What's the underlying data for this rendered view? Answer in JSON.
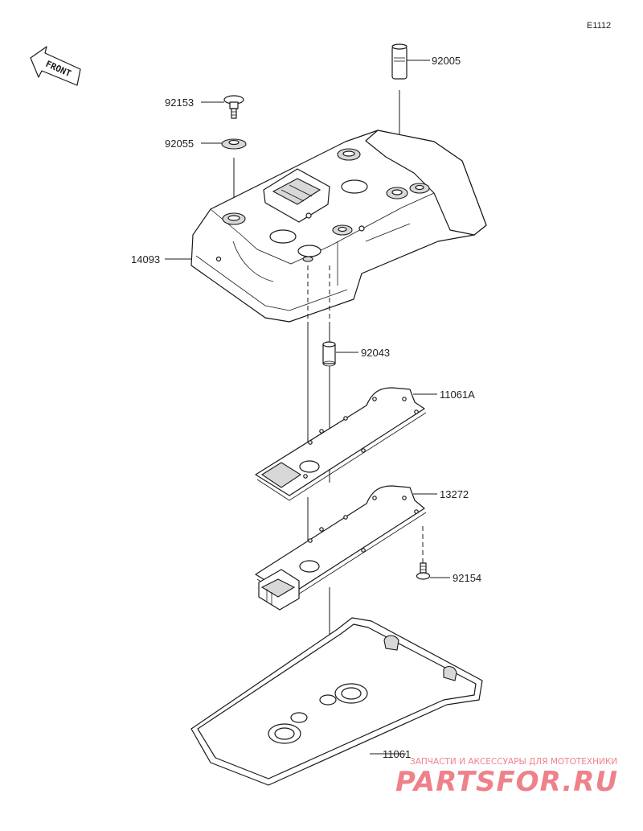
{
  "diagram_code": "E1112",
  "front_indicator": "FRONT",
  "parts": {
    "p92005": "92005",
    "p92153": "92153",
    "p92055": "92055",
    "p14093": "14093",
    "p92043": "92043",
    "p11061A": "11061A",
    "p13272": "13272",
    "p92154": "92154",
    "p11061": "11061"
  },
  "watermark": {
    "tagline": "ЗАПЧАСТИ И АКСЕССУАРЫ ДЛЯ МОТОТЕХНИКИ",
    "brand": "PARTSFOR.RU"
  },
  "colors": {
    "watermark": "#e11c2a",
    "line": "#1a1a1a",
    "shade": "#d8d8d8"
  }
}
